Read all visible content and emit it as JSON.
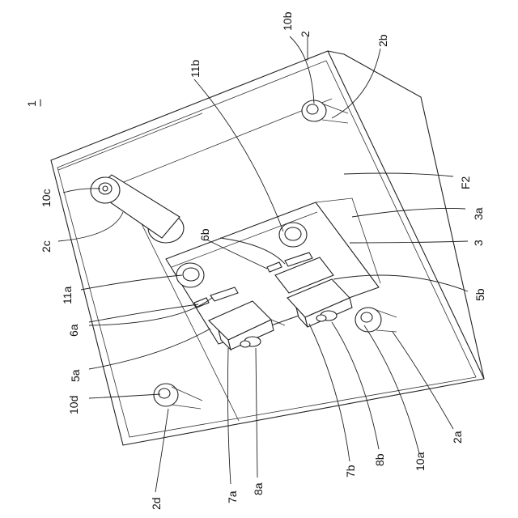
{
  "figure_number": "1",
  "labels": {
    "l2": "2",
    "l2a": "2a",
    "l2b": "2b",
    "l2c": "2c",
    "l2d": "2d",
    "l3": "3",
    "l3a": "3a",
    "l5a": "5a",
    "l5b": "5b",
    "l6a": "6a",
    "l6b": "6b",
    "l7a": "7a",
    "l7b": "7b",
    "l8a": "8a",
    "l8b": "8b",
    "l10a": "10a",
    "l10b": "10b",
    "l10c": "10c",
    "l10d": "10d",
    "l11a": "11a",
    "l11b": "11b",
    "lF2": "F2"
  }
}
